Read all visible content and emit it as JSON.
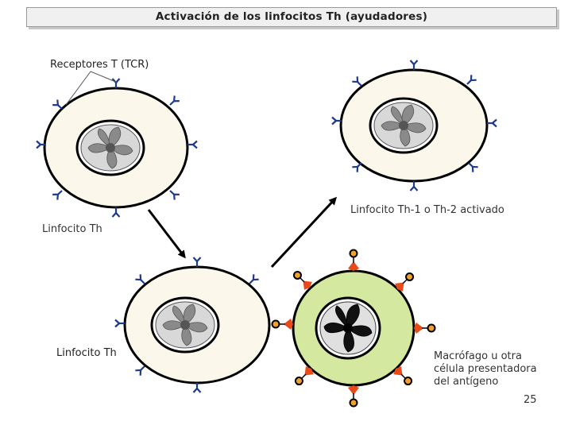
{
  "title": "Activación  de los linfocitos Th (ayudadores)",
  "labels": {
    "receptors": "Receptores T (TCR)",
    "th_cell_top": "Linfocito Th",
    "activated_cell": "Linfocito Th-1 o Th-2 activado",
    "th_cell_bottom": "Linfocito Th",
    "macrophage_line1": "Macrófago u otra",
    "macrophage_line2": "célula presentadora",
    "macrophage_line3": "del antígeno"
  },
  "page_number": "25",
  "colors": {
    "cell_fill": "#fbf7ea",
    "cell_outline": "#000000",
    "nucleus_fill": "#d8d8d8",
    "receptor": "#1e3a8a",
    "macrophage_fill": "#d4e8a0",
    "antigen_triangle": "#e84a1a",
    "antigen_dot": "#f0a030"
  }
}
